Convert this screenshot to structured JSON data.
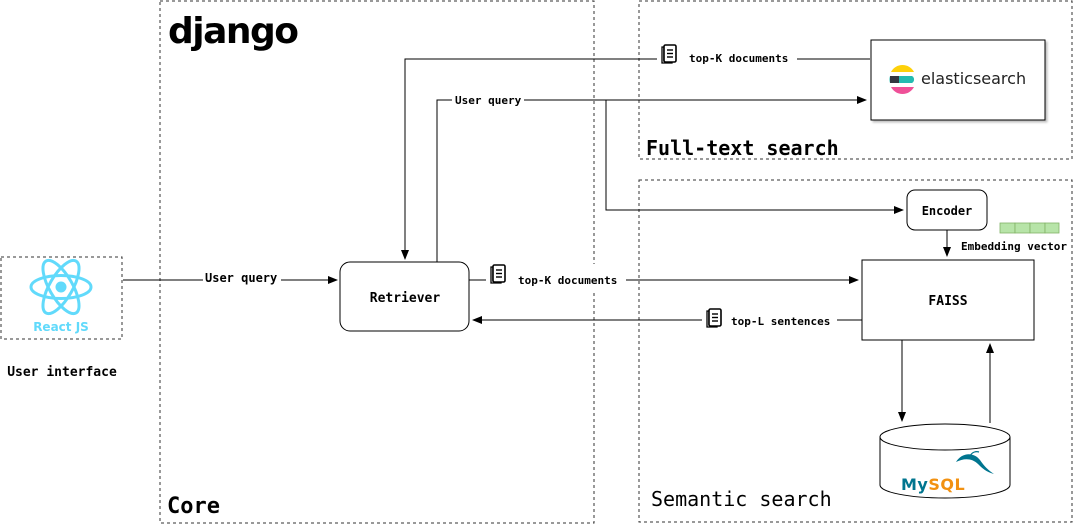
{
  "core": {
    "logo_text": "django",
    "label": "Core"
  },
  "fulltext": {
    "label": "Full-text search",
    "engine": "elasticsearch"
  },
  "semantic": {
    "label": "Semantic search",
    "encoder": "Encoder",
    "embedding_label": "Embedding vector",
    "index": "FAISS",
    "database": "MySQL"
  },
  "ui": {
    "logo_label": "React JS",
    "caption": "User interface"
  },
  "retriever": {
    "label": "Retriever"
  },
  "edges": {
    "top_k_docs_es": "top-K documents",
    "user_query_es": "User query",
    "user_query_ui": "User query",
    "top_k_docs_faiss": "top-K documents",
    "top_l_sentences": "top-L sentences"
  },
  "colors": {
    "react": "#61dafb",
    "mysql_blue": "#00758f",
    "mysql_orange": "#f29111",
    "embedding_fill": "#b7e4a8",
    "embedding_stroke": "#82b366"
  }
}
